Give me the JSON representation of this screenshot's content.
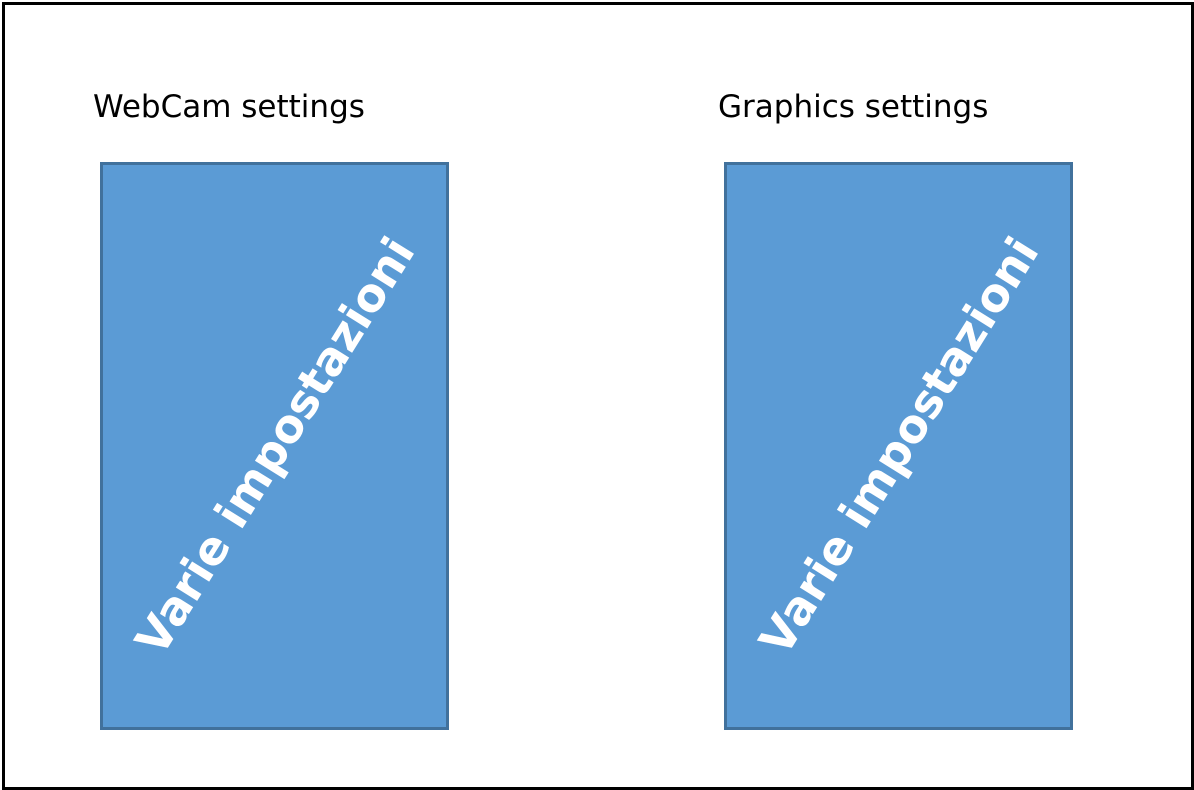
{
  "sections": [
    {
      "title": "WebCam settings",
      "panel_text": "Varie impostazioni"
    },
    {
      "title": "Graphics settings",
      "panel_text": "Varie impostazioni"
    }
  ],
  "colors": {
    "panel_fill": "#5b9bd5",
    "panel_border": "#41719c",
    "panel_text": "#ffffff",
    "frame_border": "#000000"
  }
}
